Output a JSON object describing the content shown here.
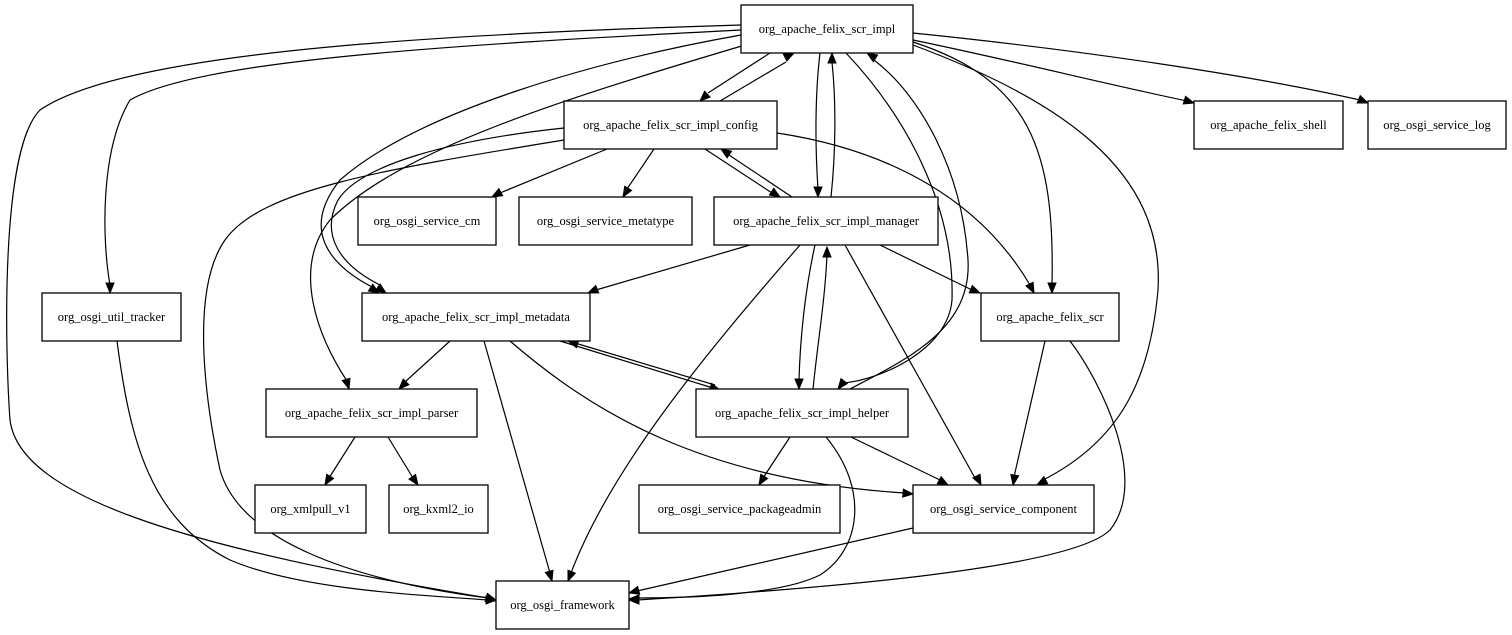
{
  "diagram": {
    "type": "dependency-graph",
    "nodes": [
      {
        "id": "impl",
        "label": "org_apache_felix_scr_impl"
      },
      {
        "id": "config",
        "label": "org_apache_felix_scr_impl_config"
      },
      {
        "id": "shell",
        "label": "org_apache_felix_shell"
      },
      {
        "id": "log",
        "label": "org_osgi_service_log"
      },
      {
        "id": "cm",
        "label": "org_osgi_service_cm"
      },
      {
        "id": "metatype",
        "label": "org_osgi_service_metatype"
      },
      {
        "id": "manager",
        "label": "org_apache_felix_scr_impl_manager"
      },
      {
        "id": "tracker",
        "label": "org_osgi_util_tracker"
      },
      {
        "id": "metadata",
        "label": "org_apache_felix_scr_impl_metadata"
      },
      {
        "id": "scr",
        "label": "org_apache_felix_scr"
      },
      {
        "id": "parser",
        "label": "org_apache_felix_scr_impl_parser"
      },
      {
        "id": "helper",
        "label": "org_apache_felix_scr_impl_helper"
      },
      {
        "id": "xmlpull",
        "label": "org_xmlpull_v1"
      },
      {
        "id": "kxml",
        "label": "org_kxml2_io"
      },
      {
        "id": "packageadmin",
        "label": "org_osgi_service_packageadmin"
      },
      {
        "id": "component",
        "label": "org_osgi_service_component"
      },
      {
        "id": "framework",
        "label": "org_osgi_framework"
      }
    ],
    "edges": [
      {
        "from": "impl",
        "to": "config"
      },
      {
        "from": "config",
        "to": "impl"
      },
      {
        "from": "impl",
        "to": "manager"
      },
      {
        "from": "manager",
        "to": "impl"
      },
      {
        "from": "impl",
        "to": "helper"
      },
      {
        "from": "helper",
        "to": "impl"
      },
      {
        "from": "impl",
        "to": "shell"
      },
      {
        "from": "impl",
        "to": "log"
      },
      {
        "from": "impl",
        "to": "tracker"
      },
      {
        "from": "impl",
        "to": "framework"
      },
      {
        "from": "impl",
        "to": "metadata"
      },
      {
        "from": "impl",
        "to": "parser"
      },
      {
        "from": "impl",
        "to": "scr"
      },
      {
        "from": "impl",
        "to": "component"
      },
      {
        "from": "config",
        "to": "cm"
      },
      {
        "from": "config",
        "to": "metatype"
      },
      {
        "from": "config",
        "to": "manager"
      },
      {
        "from": "manager",
        "to": "config"
      },
      {
        "from": "config",
        "to": "metadata"
      },
      {
        "from": "config",
        "to": "scr"
      },
      {
        "from": "config",
        "to": "framework"
      },
      {
        "from": "manager",
        "to": "metadata"
      },
      {
        "from": "manager",
        "to": "scr"
      },
      {
        "from": "manager",
        "to": "helper"
      },
      {
        "from": "helper",
        "to": "manager"
      },
      {
        "from": "manager",
        "to": "component"
      },
      {
        "from": "manager",
        "to": "framework"
      },
      {
        "from": "tracker",
        "to": "framework"
      },
      {
        "from": "metadata",
        "to": "parser"
      },
      {
        "from": "metadata",
        "to": "helper"
      },
      {
        "from": "helper",
        "to": "metadata"
      },
      {
        "from": "metadata",
        "to": "component"
      },
      {
        "from": "metadata",
        "to": "framework"
      },
      {
        "from": "scr",
        "to": "component"
      },
      {
        "from": "scr",
        "to": "framework"
      },
      {
        "from": "parser",
        "to": "xmlpull"
      },
      {
        "from": "parser",
        "to": "kxml"
      },
      {
        "from": "helper",
        "to": "packageadmin"
      },
      {
        "from": "helper",
        "to": "component"
      },
      {
        "from": "helper",
        "to": "framework"
      },
      {
        "from": "component",
        "to": "framework"
      }
    ]
  }
}
